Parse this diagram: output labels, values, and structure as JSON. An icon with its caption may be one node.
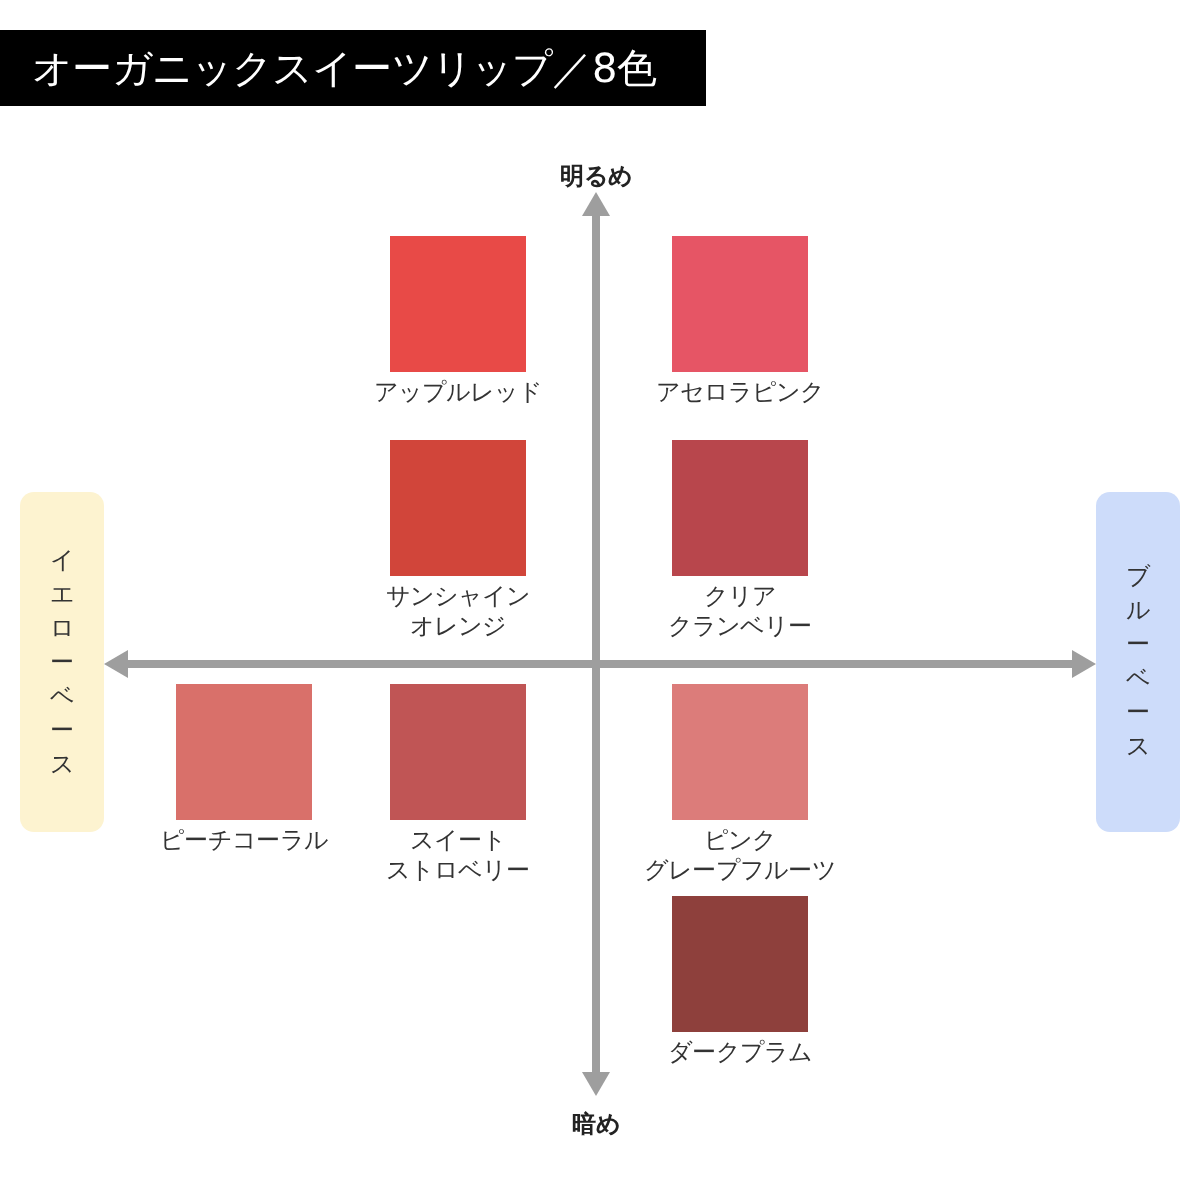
{
  "diagram": {
    "title": "オーガニックスイーツリップ／8色",
    "nodes": [
      {
        "text": [
          "イエローベース"
        ]
      },
      {
        "text": [
          "アップルレッド"
        ]
      },
      {
        "text": [
          "アセロラピンク"
        ]
      },
      {
        "text": [
          "サンシャインオレンジ"
        ]
      },
      {
        "text": [
          "クリアクランベリー"
        ]
      },
      {
        "text": [
          "ピーチコーラル"
        ]
      },
      {
        "text": [
          "スイートストロベリー"
        ]
      },
      {
        "text": [
          "ピンクグレープフルーツ"
        ]
      },
      {
        "text": [
          "ダークプラム"
        ]
      },
      {
        "text": [
          "ブルーベース"
        ]
      }
    ],
    "edges": [
      {
        "from": 0,
        "to": 9,
        "arrow": "both"
      }
    ],
    "labels": [
      "明るめ",
      "暗め"
    ]
  }
}
